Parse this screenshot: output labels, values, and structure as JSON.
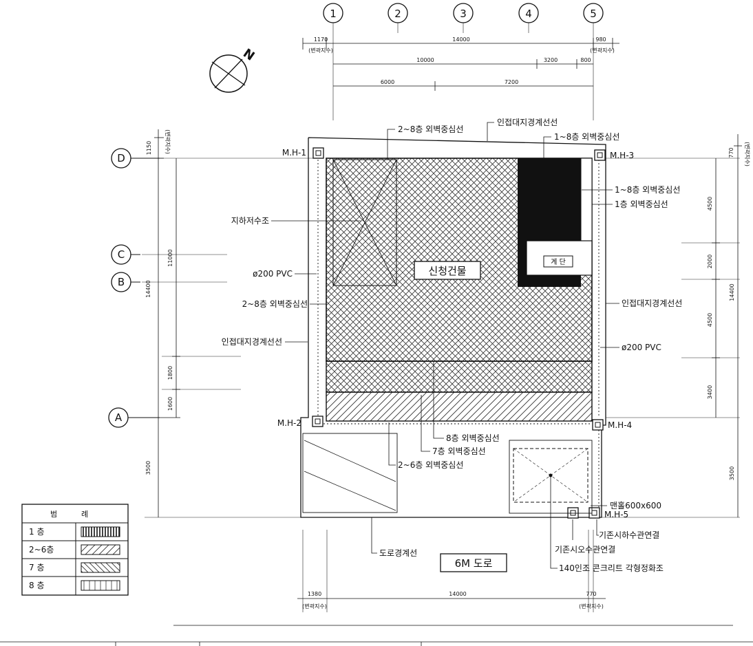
{
  "grid_axes": {
    "columns": [
      "1",
      "2",
      "3",
      "4",
      "5"
    ],
    "rows": [
      "D",
      "C",
      "B",
      "A"
    ]
  },
  "dimensions": {
    "top": {
      "overall": "14000",
      "left_margin": "1170",
      "right_margin": "980",
      "left_margin_note": "(변곽지수)",
      "right_margin_note": "(변곽지수)",
      "span_a": "10000",
      "span_b": "3200",
      "span_c": "800",
      "span_d": "6000",
      "span_e": "7200"
    },
    "bottom": {
      "overall": "14000",
      "left_margin": "1380",
      "right_margin": "770",
      "left_margin_note": "(변곽지수)",
      "right_margin_note": "(변곽지수)"
    },
    "left": {
      "overall": "14400",
      "top_margin": "1150",
      "top_margin_note": "(변곽지수)",
      "span_upper": "11000",
      "span_mid": "1800",
      "span_lower": "1600",
      "bottom_span": "3500"
    },
    "right": {
      "overall": "14400",
      "top_margin": "770",
      "top_margin_note": "(변곽지수)",
      "span_1": "4500",
      "span_2": "2000",
      "span_3": "4500",
      "span_4": "3400",
      "bottom_span": "3500"
    }
  },
  "manholes": {
    "mh1": "M.H-1",
    "mh2": "M.H-2",
    "mh3": "M.H-3",
    "mh4": "M.H-4",
    "mh5": "M.H-5"
  },
  "labels": {
    "building": "신청건물",
    "stair": "계 단",
    "underground_tank": "지하저수조",
    "pvc_left": "ø200 PVC",
    "pvc_right": "ø200 PVC",
    "wall_2_8_top": "2~8층 외벽중심선",
    "boundary_top": "인접대지경계선선",
    "wall_1_8_top": "1~8층 외벽중심선",
    "wall_1_8_right": "1~8층 외벽중심선",
    "wall_1_right": "1층 외벽중심선",
    "wall_2_8_left": "2~8층 외벽중심선",
    "boundary_left": "인접대지경계선선",
    "boundary_right": "인접대지경계선선",
    "wall_8": "8층 외벽중심선",
    "wall_7": "7층 외벽중심선",
    "wall_2_6": "2~6층 외벽중심선",
    "manhole_size": "맨홀600x600",
    "existing_sewer": "기존시하수관연결",
    "existing_storm": "기존시오수관연결",
    "septic_tank": "140인조 콘크리트 각형정화조",
    "road_boundary": "도로경계선",
    "road": "6M 도로"
  },
  "legend": {
    "header_left": "범",
    "header_right": "례",
    "rows": [
      {
        "label": "1  층",
        "pattern": "floor-1-hatch"
      },
      {
        "label": "2~6층",
        "pattern": "floor-2-6-hatch"
      },
      {
        "label": "7  층",
        "pattern": "floor-7-hatch"
      },
      {
        "label": "8  층",
        "pattern": "floor-8-hatch"
      }
    ]
  },
  "north_arrow": {
    "letter": "N"
  }
}
